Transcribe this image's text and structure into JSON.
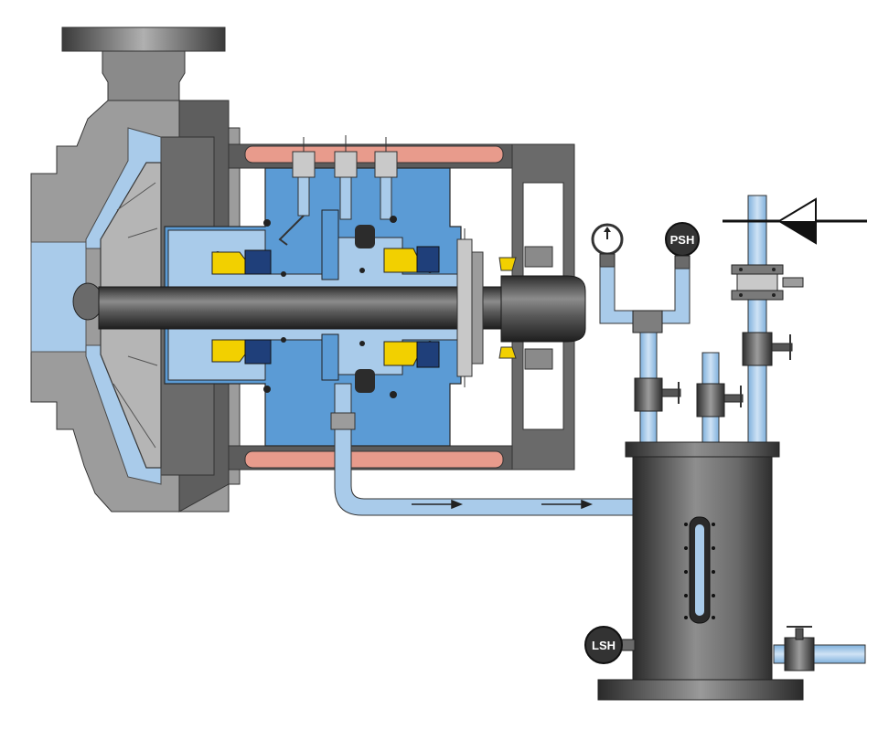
{
  "instruments": {
    "psh": "PSH",
    "lsh": "LSH"
  },
  "colors": {
    "casing": "#9a9a9a",
    "casing_dark": "#5e5e5e",
    "seal_blue": "#5b9bd5",
    "fluid_blue": "#a9cbea",
    "heater_pink": "#e89b8c",
    "face_yellow": "#f2d000",
    "shaft_dark": "#3c3c3c"
  },
  "flow_direction": "right"
}
